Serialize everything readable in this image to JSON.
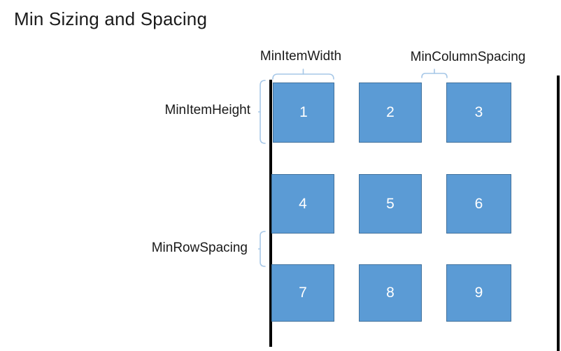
{
  "title": "Min Sizing and Spacing",
  "labels": {
    "min_item_width": "MinItemWidth",
    "min_column_spacing": "MinColumnSpacing",
    "min_item_height": "MinItemHeight",
    "min_row_spacing": "MinRowSpacing"
  },
  "grid": {
    "rows": 3,
    "columns": 3,
    "items": [
      "1",
      "2",
      "3",
      "4",
      "5",
      "6",
      "7",
      "8",
      "9"
    ]
  },
  "colors": {
    "item_fill": "#5b9bd5",
    "item_border": "#41719c",
    "brace": "#a6c7e7",
    "edge_line": "#000000",
    "item_number_text": "#ffffff",
    "label_text": "#1a1a1a"
  }
}
